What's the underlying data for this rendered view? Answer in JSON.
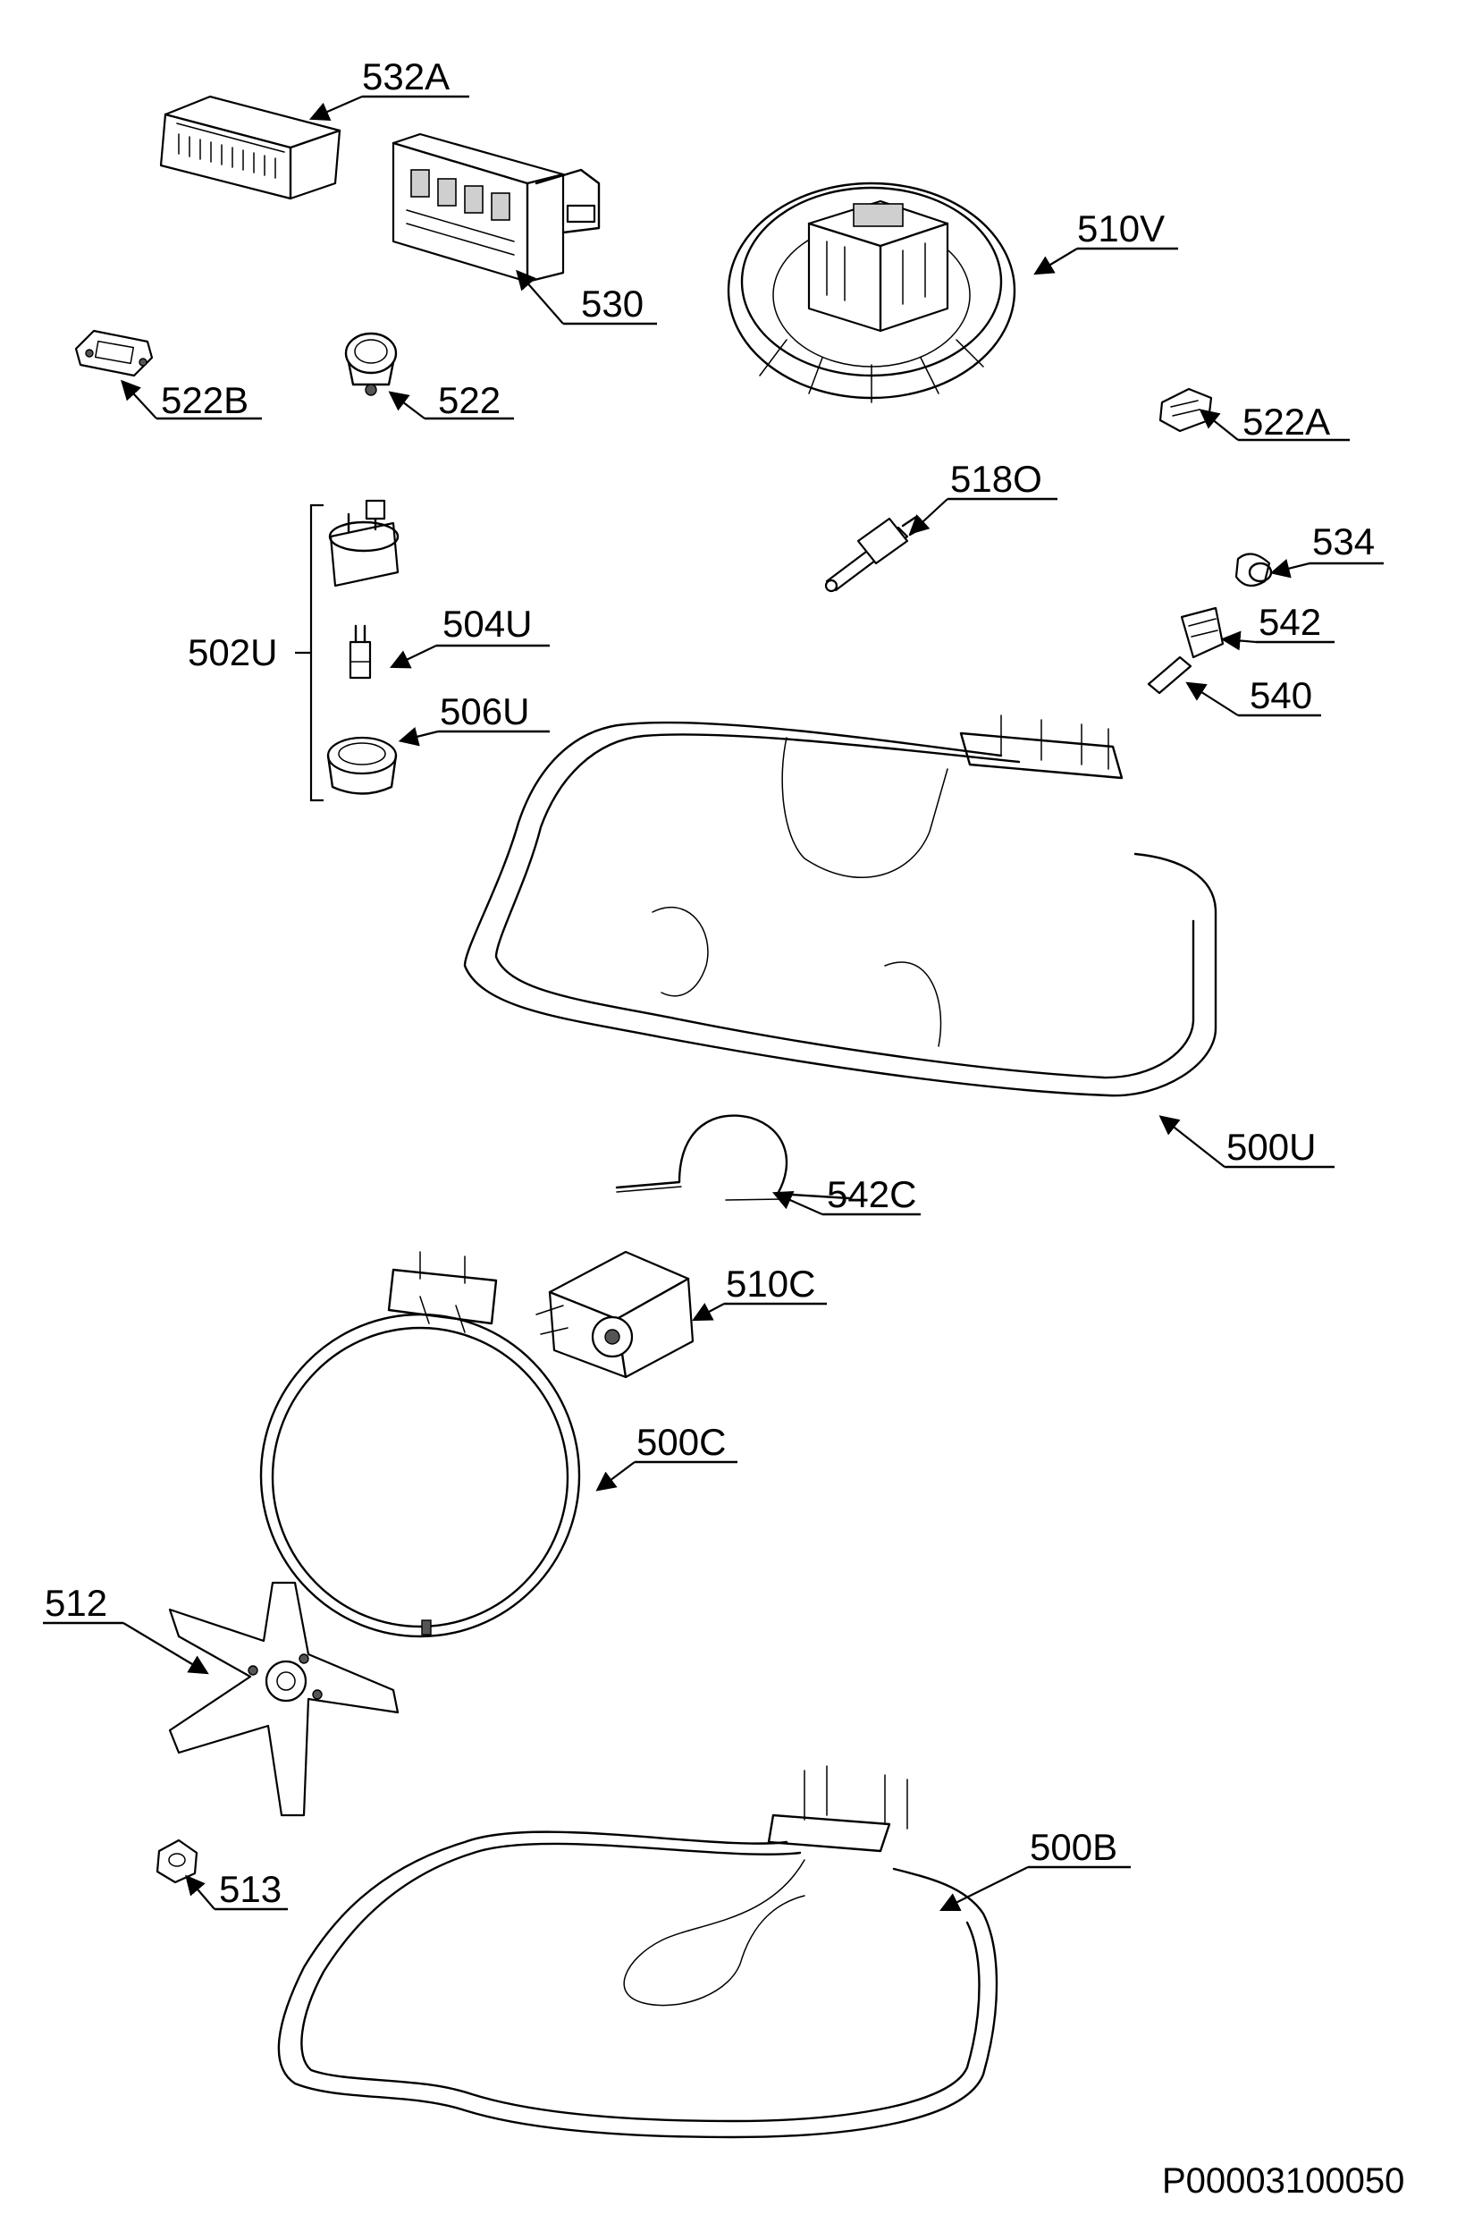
{
  "labels": [
    {
      "id": "532A",
      "text": "532A"
    },
    {
      "id": "530",
      "text": "530"
    },
    {
      "id": "510V",
      "text": "510V"
    },
    {
      "id": "522B",
      "text": "522B"
    },
    {
      "id": "522",
      "text": "522"
    },
    {
      "id": "522A",
      "text": "522A"
    },
    {
      "id": "518O",
      "text": "518O"
    },
    {
      "id": "534",
      "text": "534"
    },
    {
      "id": "542",
      "text": "542"
    },
    {
      "id": "540",
      "text": "540"
    },
    {
      "id": "502U",
      "text": "502U"
    },
    {
      "id": "504U",
      "text": "504U"
    },
    {
      "id": "506U",
      "text": "506U"
    },
    {
      "id": "500U",
      "text": "500U"
    },
    {
      "id": "542C",
      "text": "542C"
    },
    {
      "id": "510C",
      "text": "510C"
    },
    {
      "id": "500C",
      "text": "500C"
    },
    {
      "id": "512",
      "text": "512"
    },
    {
      "id": "513",
      "text": "513"
    },
    {
      "id": "500B",
      "text": "500B"
    }
  ],
  "document_code": "P00003100050"
}
